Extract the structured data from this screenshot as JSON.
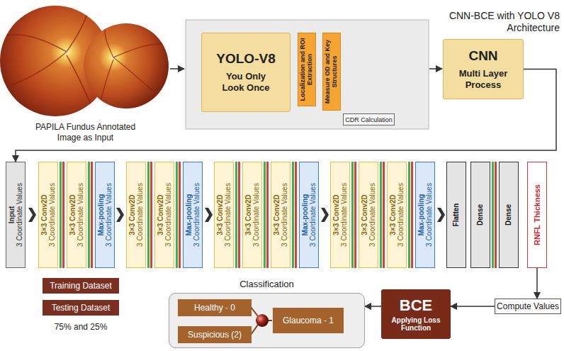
{
  "diagram": {
    "title": "CNN-BCE with YOLO V8 Architecture",
    "nodes": [
      {
        "text": [
          "YOLO-V8",
          "You Only Look Once"
        ]
      },
      {
        "text": [
          "Localization and ROI Extraction"
        ]
      },
      {
        "text": [
          "Measure OD and Key Structures"
        ]
      },
      {
        "text": [
          "CDR Calculation"
        ]
      },
      {
        "text": [
          "CNN",
          "Multi Layer Process"
        ]
      },
      {
        "text": [
          "Input",
          "3 Coordinate Values"
        ]
      },
      {
        "text": [
          "3×3 Conv2D",
          "3 Coordinate Values"
        ]
      },
      {
        "text": [
          "3×3 Conv2D",
          "3 Coordinate Values"
        ]
      },
      {
        "text": [
          "Max-pooling",
          "3 Coordinate Values"
        ]
      },
      {
        "text": [
          "3×3 Conv2D",
          "3 Coordinate Values"
        ]
      },
      {
        "text": [
          "3×3 Conv2D",
          "3 Coordinate Values"
        ]
      },
      {
        "text": [
          "Max-pooling",
          "3 Coordinate Values"
        ]
      },
      {
        "text": [
          "3×3 Conv2D",
          "3 Coordinate Values"
        ]
      },
      {
        "text": [
          "3×3 Conv2D",
          "3 Coordinate Values"
        ]
      },
      {
        "text": [
          "3×3 Conv2D",
          "3 Coordinate Values"
        ]
      },
      {
        "text": [
          "Max-pooling",
          "3 Coordinate Values"
        ]
      },
      {
        "text": [
          "3×3 Conv2D",
          "3 Coordinate Values"
        ]
      },
      {
        "text": [
          "3×3 Conv2D",
          "3 Coordinate Values"
        ]
      },
      {
        "text": [
          "3×3 Conv2D",
          "3 Coordinate Values"
        ]
      },
      {
        "text": [
          "Max-pooling",
          "3 Coordinate Values"
        ]
      },
      {
        "text": [
          "Flatten"
        ]
      },
      {
        "text": [
          "Dense"
        ]
      },
      {
        "text": [
          "Dense"
        ]
      },
      {
        "text": [
          "RNFL Thickness"
        ]
      },
      {
        "text": [
          "Training Dataset"
        ]
      },
      {
        "text": [
          "Testing Dataset"
        ]
      },
      {
        "text": [
          "Classification"
        ]
      },
      {
        "text": [
          "Healthy - 0"
        ],
        "in": 26
      },
      {
        "text": [
          "Suspicious (2)"
        ],
        "in": 26
      },
      {
        "text": [
          "Glaucoma - 1"
        ],
        "in": 26
      },
      {
        "text": [
          "BCE",
          "Applying Loss Function"
        ]
      },
      {
        "text": [
          "Compute Values"
        ]
      }
    ],
    "edges": [
      {
        "from": 4,
        "to": 5,
        "arrow": "to"
      },
      {
        "from": 23,
        "to": 31,
        "arrow": "to"
      },
      {
        "from": 31,
        "to": 30,
        "arrow": "to"
      },
      {
        "from": 30,
        "to": 26,
        "arrow": "to"
      }
    ],
    "labels": [
      "PAPILA Fundus Annotated Image as Input",
      "75% and 25%"
    ]
  }
}
